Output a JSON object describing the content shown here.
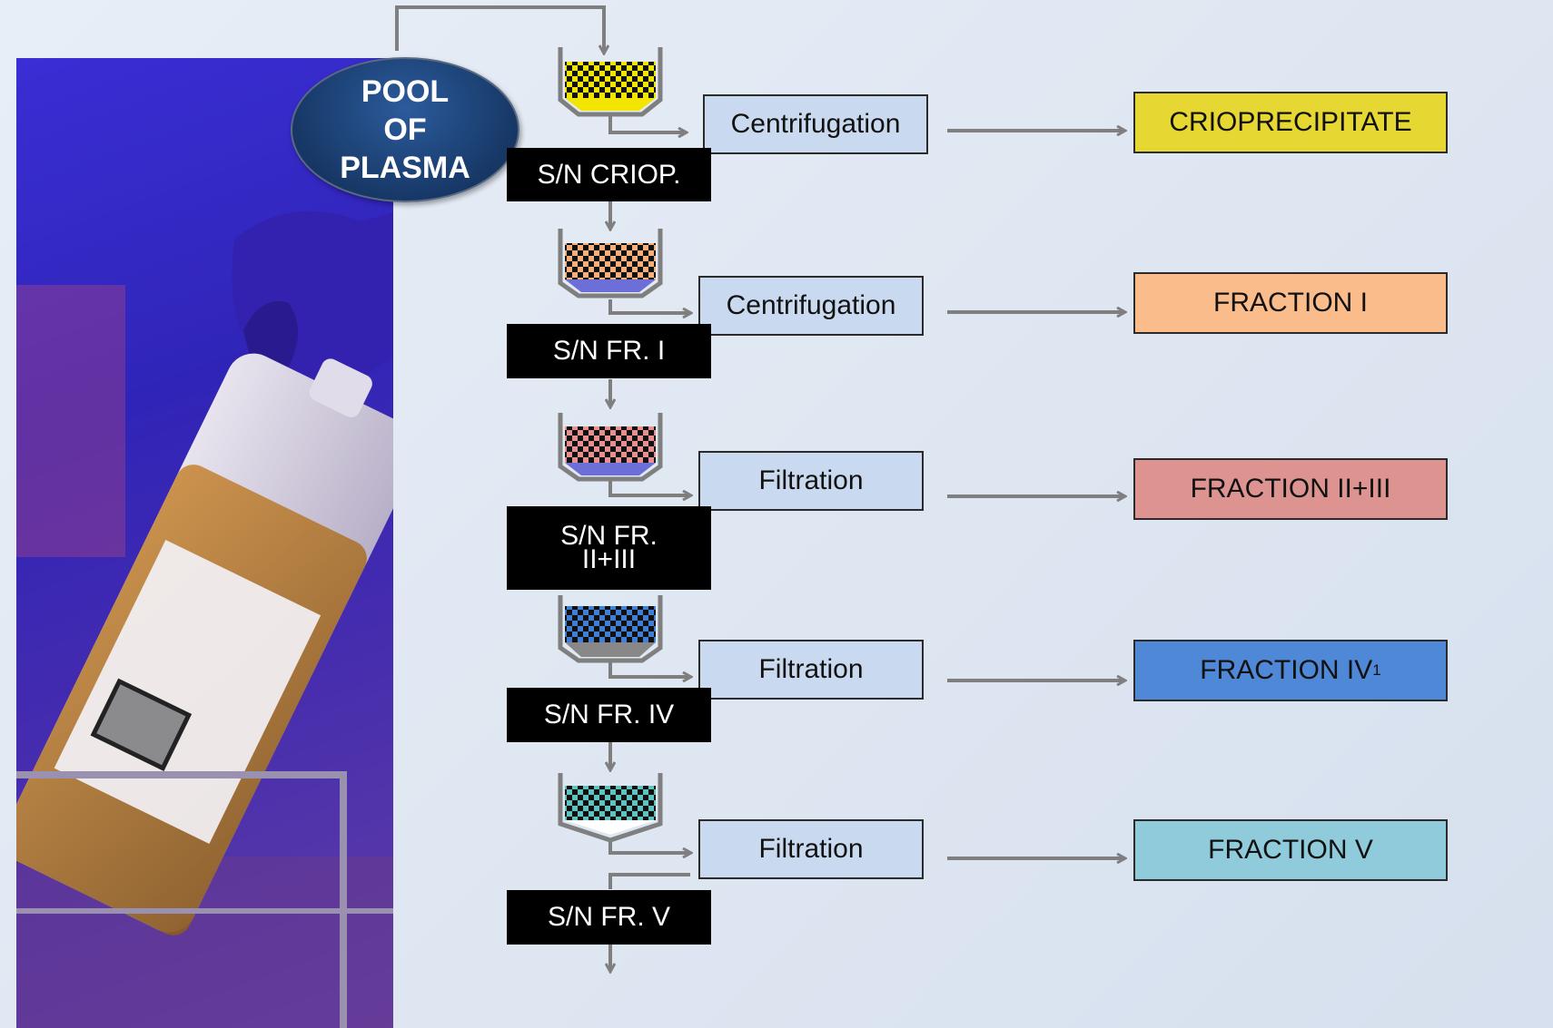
{
  "pool": {
    "line1": "POOL",
    "line2": "OF",
    "line3": "PLASMA"
  },
  "steps": [
    {
      "process": "Centrifugation",
      "supernatant": "S/N CRIOP.",
      "result": "CRIOPRECIPITATE",
      "result_color": "#e6d733",
      "fill_color": "#f2e600",
      "sediment_color": "#f2e600"
    },
    {
      "process": "Centrifugation",
      "supernatant": "S/N FR. I",
      "result": "FRACTION I",
      "result_color": "#f9bc8a",
      "fill_color": "#f7b07a",
      "sediment_color": "#6c6fd8"
    },
    {
      "process": "Filtration",
      "supernatant_line1": "S/N FR.",
      "supernatant_line2": "II+III",
      "result": "FRACTION II+III",
      "result_color": "#dd9490",
      "fill_color": "#e89090",
      "sediment_color": "#6c6fd8"
    },
    {
      "process": "Filtration",
      "supernatant": "S/N FR. IV",
      "result": "FRACTION IV",
      "result_sub": "1",
      "result_color": "#4f88d6",
      "fill_color": "#3f7fd8",
      "sediment_color": "#888888"
    },
    {
      "process": "Filtration",
      "supernatant": "S/N FR. V",
      "result": "FRACTION V",
      "result_color": "#8fcbdb",
      "fill_color": "#5fc3c0",
      "sediment_color": "#ffffff"
    }
  ],
  "colors": {
    "arrow": "#7f7f7f",
    "process_fill": "#c9daf0",
    "vessel_fill": "#7f7f7f"
  }
}
